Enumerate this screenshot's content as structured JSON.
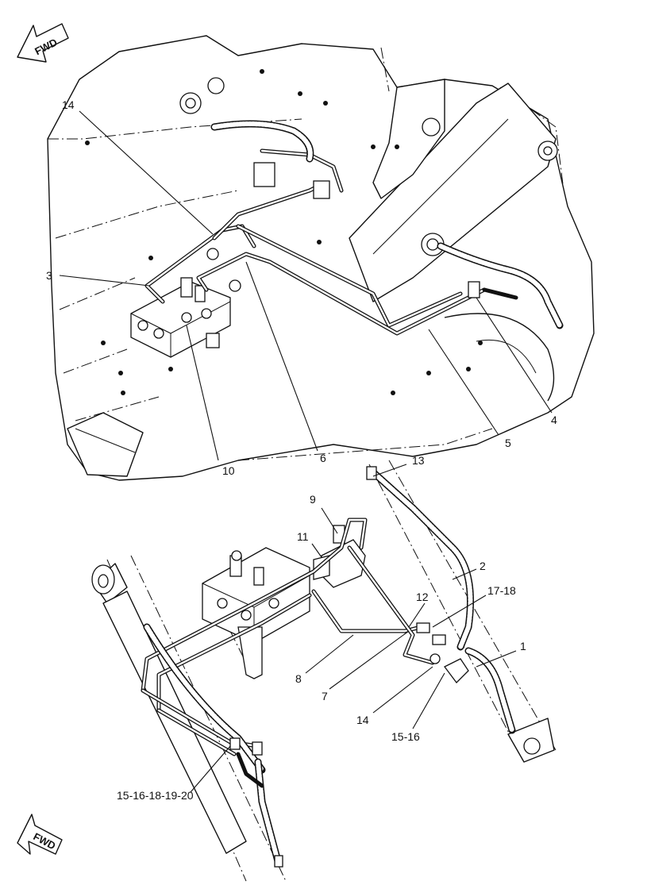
{
  "fwd_arrows": [
    {
      "text": "FWD",
      "icon": "fwd-arrow-icon"
    },
    {
      "text": "FWD",
      "icon": "fwd-arrow-icon"
    }
  ],
  "callouts": {
    "c1": "1",
    "c2": "2",
    "c3": "3",
    "c4": "4",
    "c5": "5",
    "c6": "6",
    "c7": "7",
    "c8": "8",
    "c9": "9",
    "c10": "10",
    "c11": "11",
    "c12": "12",
    "c13": "13",
    "c14a": "14",
    "c14b": "14",
    "c15_16": "15-16",
    "c17_18": "17-18",
    "c15_20": "15-16-18-19-20"
  },
  "colors": {
    "ink": "#111111",
    "paper": "#ffffff"
  }
}
